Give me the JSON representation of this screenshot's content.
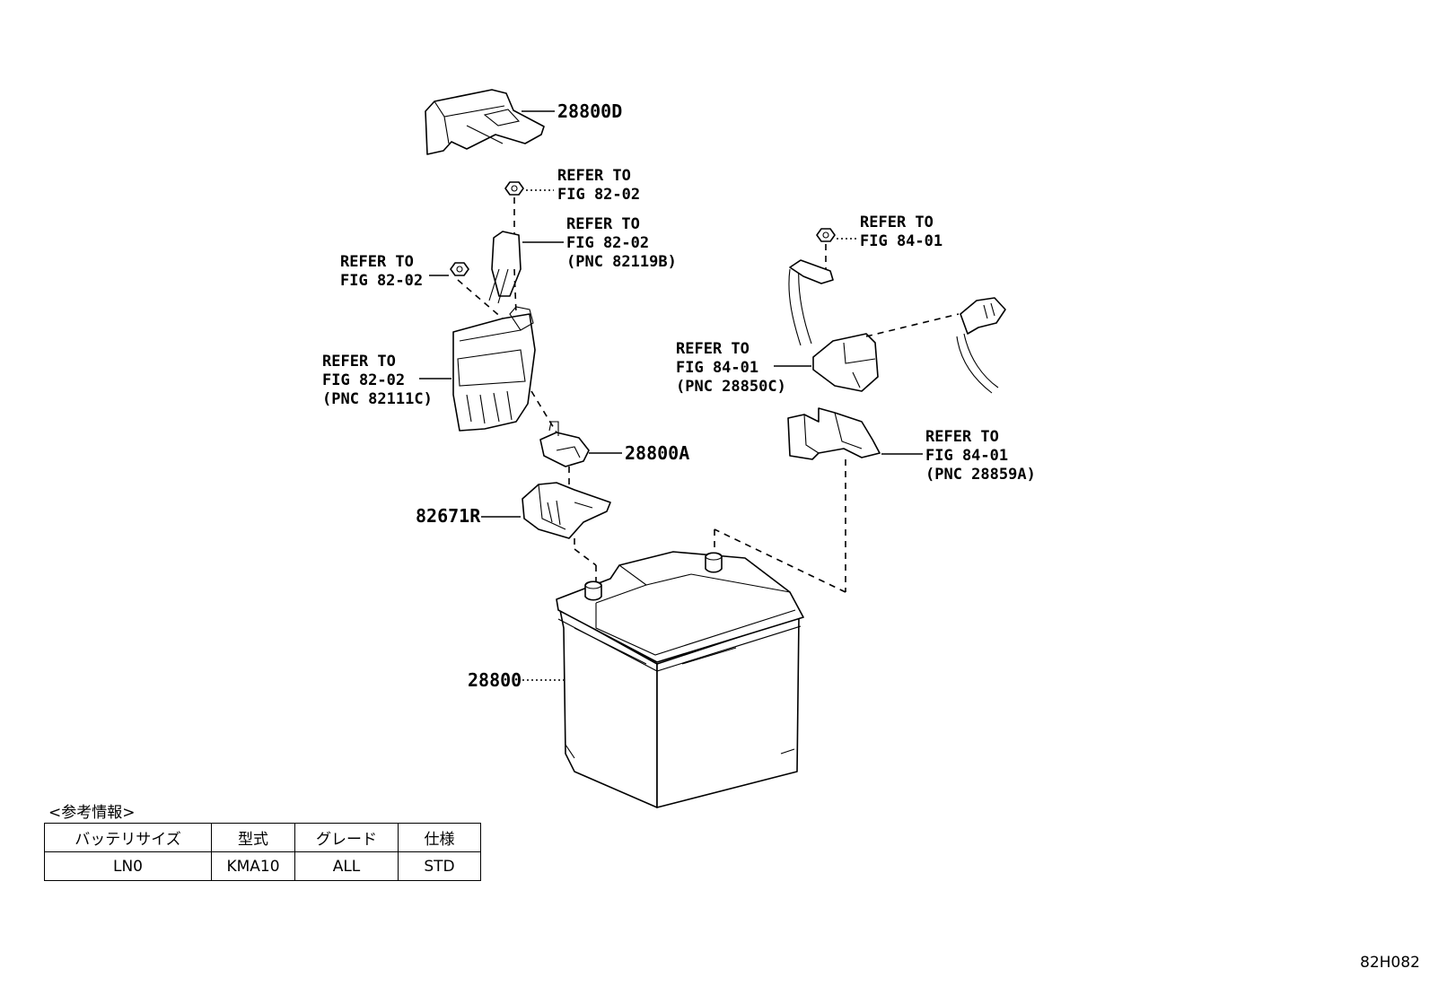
{
  "parts": {
    "p28800d": "28800D",
    "p28800a": "28800A",
    "p82671r": "82671R",
    "p28800": "28800"
  },
  "refs": {
    "r1": {
      "l1": "REFER TO",
      "l2": "FIG 82-02"
    },
    "r2": {
      "l1": "REFER TO",
      "l2": "FIG 82-02",
      "l3": "(PNC 82119B)"
    },
    "r3": {
      "l1": "REFER TO",
      "l2": "FIG 82-02"
    },
    "r4": {
      "l1": "REFER TO",
      "l2": "FIG 82-02",
      "l3": "(PNC 82111C)"
    },
    "r5": {
      "l1": "REFER TO",
      "l2": "FIG 84-01"
    },
    "r6": {
      "l1": "REFER TO",
      "l2": "FIG 84-01",
      "l3": "(PNC 28850C)"
    },
    "r7": {
      "l1": "REFER TO",
      "l2": "FIG 84-01",
      "l3": "(PNC 28859A)"
    }
  },
  "reference_table": {
    "title": "<参考情報>",
    "headers": [
      "バッテリサイズ",
      "型式",
      "グレード",
      "仕様"
    ],
    "row": [
      "LN0",
      "KMA10",
      "ALL",
      "STD"
    ]
  },
  "figure_code": "82H082"
}
